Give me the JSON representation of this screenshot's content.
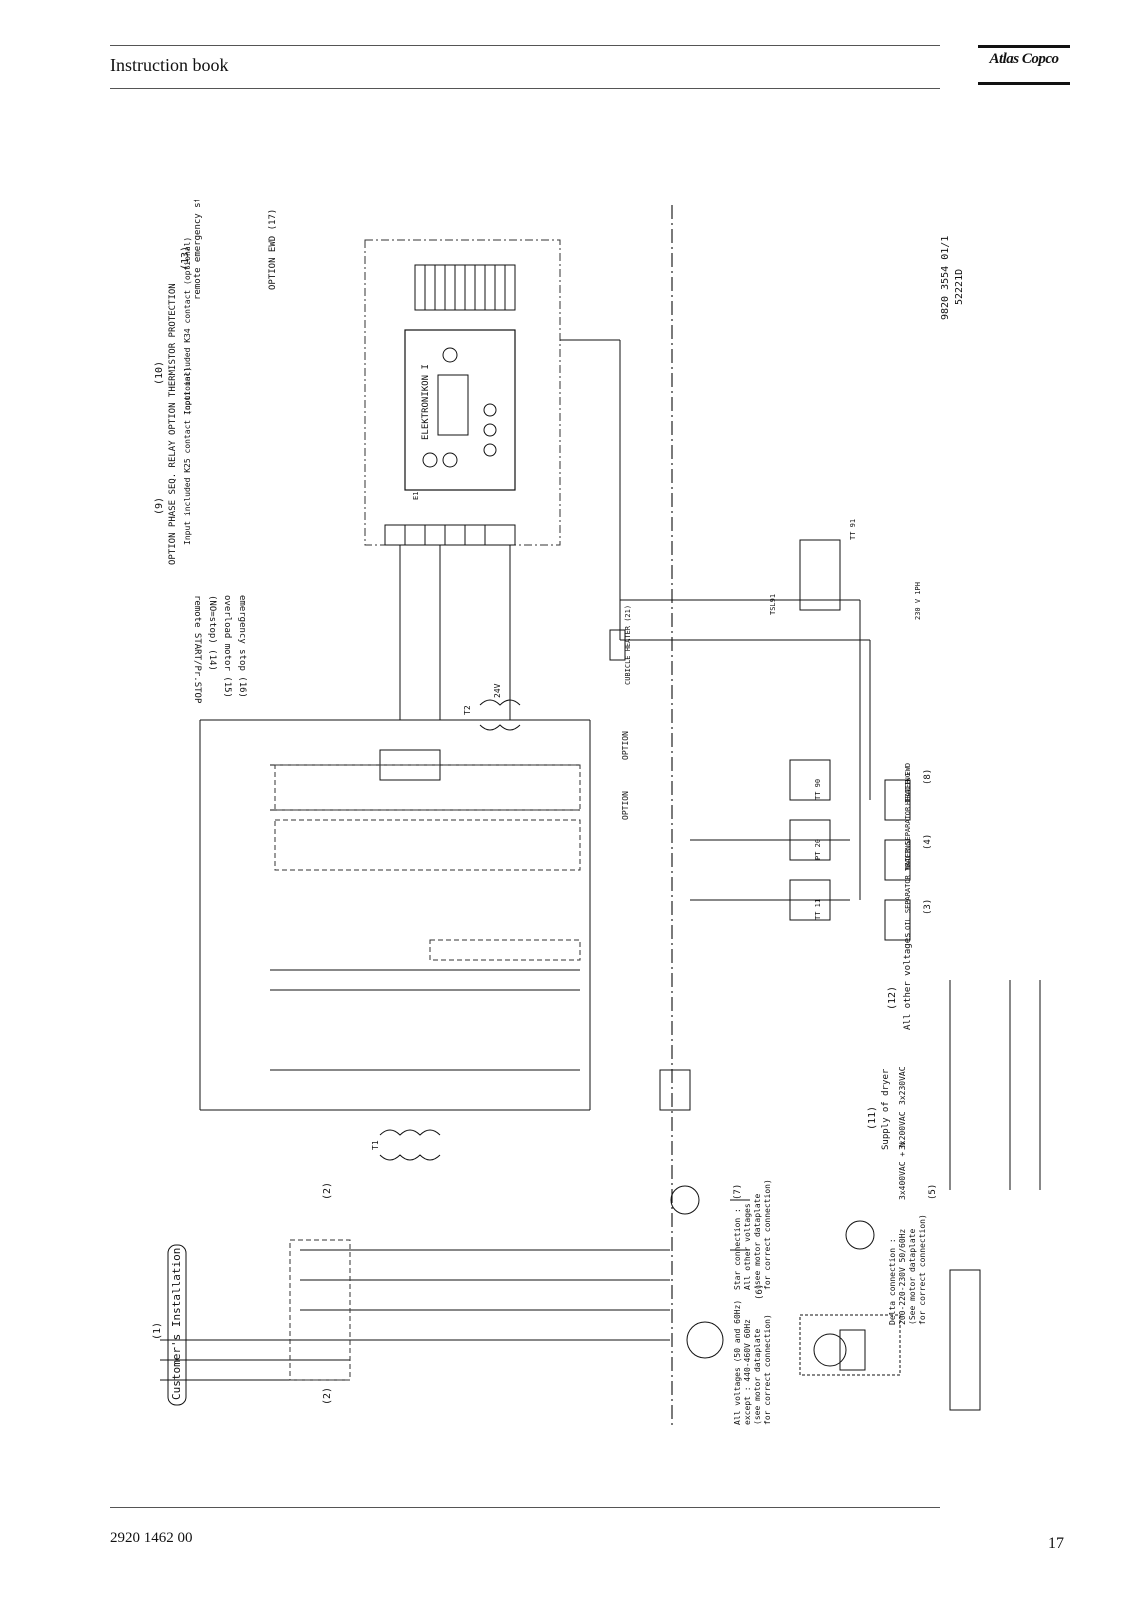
{
  "header": {
    "title": "Instruction book",
    "brand": "Atlas Copco"
  },
  "footer": {
    "doc_number": "2920 1462 00",
    "page_number": "17"
  },
  "diagram": {
    "drawing_number": "9820 3554 01/1",
    "drawing_code": "52221D",
    "controller": "ELEKTRONIKON I",
    "labels": {
      "customers_installation": "Customer's Installation",
      "ref1": "(1)",
      "ref2a": "(2)",
      "ref2b": "(2)",
      "opt_phase": "OPTION PHASE SEQ. RELAY",
      "opt_phase_sub": "Input included K25 contact (optional)",
      "ref9": "(9)",
      "opt_therm": "OPTION THERMISTOR PROTECTION",
      "opt_therm_sub": "Input included K34 contact (optional)",
      "ref10": "(10)",
      "remote_estop": "remote emergency stop",
      "ref13": "(13)",
      "opt_ewd": "OPTION EWD (17)",
      "remote_start": "remote START/Pr.STOP",
      "no_stop": "(NO=stop) (14)",
      "overload": "overload motor (15)",
      "estop16": "emergency stop (16)",
      "cubicle_heater": "CUBICLE HEATER (21)",
      "tsl91": "TSL91",
      "tt91": "TT 91",
      "mains_230": "230 V 1PH",
      "option": "OPTION",
      "heater_ewd": "HEATER EWD",
      "ref8": "(8)",
      "water_sep": "WATER SEPARATOR TRACING",
      "ref4": "(4)",
      "oil_sep": "OIL SEPARATOR TRACING",
      "ref3": "(3)",
      "tt90": "TT 90",
      "pt20": "PT 20",
      "tt11": "TT 11",
      "ref12": "(12)",
      "all_other_v": "All other voltages",
      "ref11": "(11)",
      "supply_dryer": "Supply of dryer",
      "v3x230": "3x230VAC",
      "v3x200": "3x200VAC",
      "v3x400": "3x400VAC + N",
      "star_conn": "Star connection :",
      "star_conn2": "All other voltages",
      "star_conn3": "(see motor dataplate",
      "star_conn4": "for correct connection)",
      "ref7": "(7)",
      "all_volt": "All voltages (50 and 60Hz)",
      "all_volt2": "except : 440-460V 60Hz",
      "all_volt3": "(see motor dataplate",
      "all_volt4": "for correct connection)",
      "ref6": "(6)",
      "delta_conn": "Delta connection :",
      "delta_conn2": "200-220-230V 50/60Hz",
      "delta_conn3": "(See motor dataplate",
      "delta_conn4": "for correct connection)",
      "ref5": "(5)",
      "t1": "T1",
      "t2": "T2",
      "v24": "24V",
      "e1": "E1"
    }
  }
}
